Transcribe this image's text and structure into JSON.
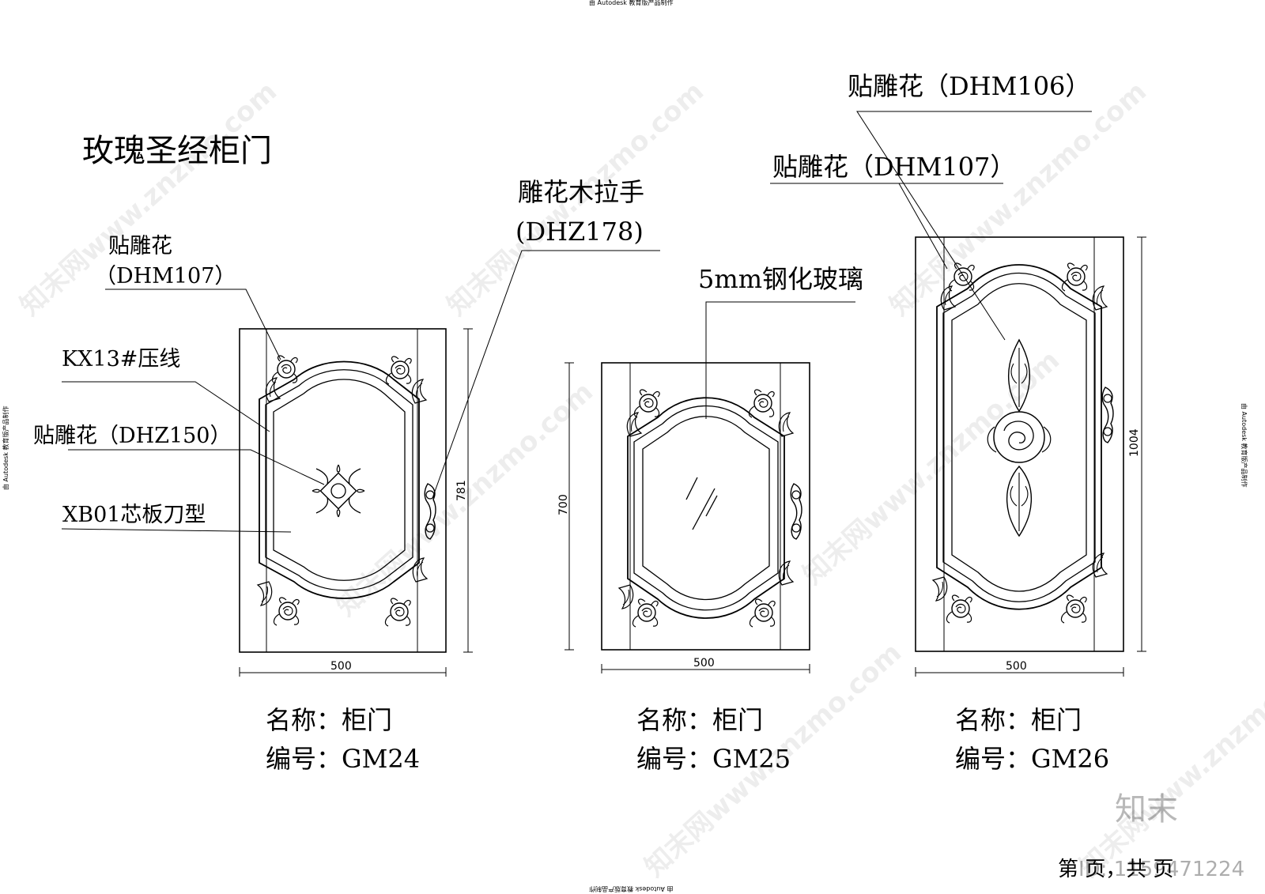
{
  "header_note": "由 Autodesk 教育版产品制作",
  "title": "玫瑰圣经柜门",
  "labels": {
    "carving_dhm107_a_line1": "贴雕花",
    "carving_dhm107_a_line2": "（DHM107）",
    "moulding": "KX13#压线",
    "carving_dhz150": "贴雕花（DHZ150）",
    "panel": "XB01芯板刀型",
    "handle_line1": "雕花木拉手",
    "handle_line2": "(DHZ178)",
    "glass": "5mm钢化玻璃",
    "carving_dhm106": "贴雕花（DHM106）",
    "carving_dhm107_b": "贴雕花（DHM107）"
  },
  "doors": [
    {
      "width_label": "500",
      "height_label": "781",
      "name_line": "名称：柜门",
      "code_line": "编号：GM24"
    },
    {
      "width_label": "500",
      "height_label": "700",
      "name_line": "名称：柜门",
      "code_line": "编号：GM25"
    },
    {
      "width_label": "500",
      "height_label": "1004",
      "name_line": "名称：柜门",
      "code_line": "编号：GM26"
    }
  ],
  "footer": {
    "page_info": "第   页，共   页",
    "brand": "知末",
    "id_text": "ID: 1159471224"
  },
  "watermark": "知末网www.znzmo.com"
}
